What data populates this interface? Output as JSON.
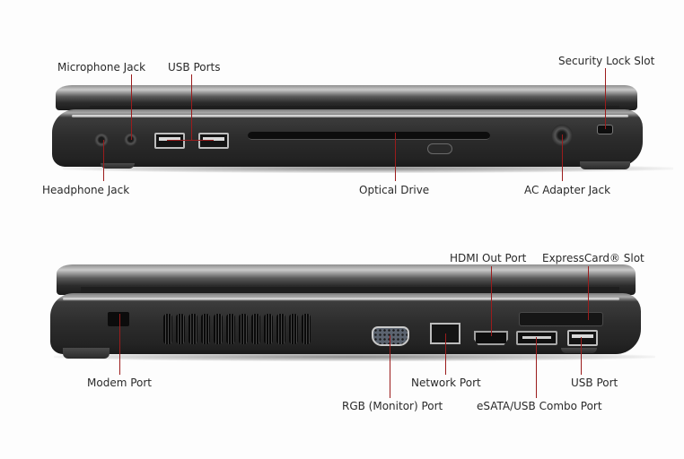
{
  "image": {
    "description": "Laptop side-view port diagram (left and right sides)",
    "leader_color": "#9b1c1c",
    "label_color": "#2a2a2a",
    "background": "#fdfdfd"
  },
  "top_view": {
    "labels": {
      "microphone_jack": "Microphone Jack",
      "usb_ports": "USB Ports",
      "security_lock_slot": "Security Lock Slot",
      "headphone_jack": "Headphone Jack",
      "optical_drive": "Optical Drive",
      "ac_adapter_jack": "AC Adapter Jack"
    }
  },
  "bottom_view": {
    "labels": {
      "hdmi_out_port": "HDMI Out Port",
      "expresscard_slot": "ExpressCard® Slot",
      "modem_port": "Modem Port",
      "network_port": "Network Port",
      "usb_port": "USB Port",
      "rgb_monitor_port": "RGB (Monitor) Port",
      "esata_usb_combo_port": "eSATA/USB Combo Port"
    }
  }
}
